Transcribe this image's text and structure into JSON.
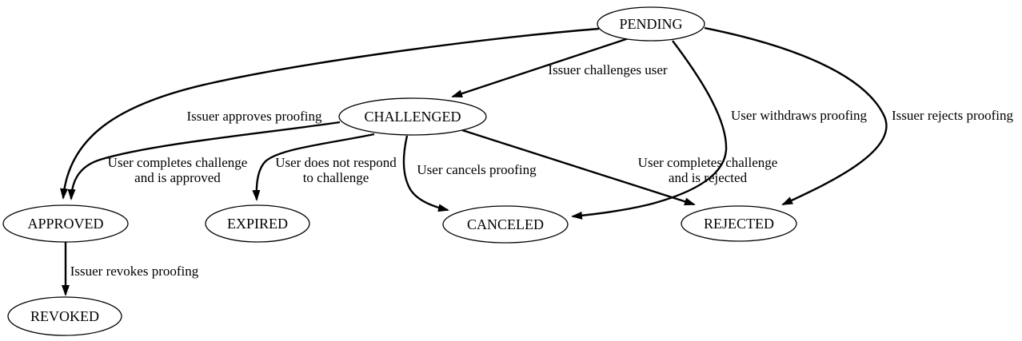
{
  "colors": {
    "background": "#ffffff",
    "stroke": "#000000",
    "text": "#000000",
    "node_fill": "#ffffff"
  },
  "nodes": {
    "pending": "PENDING",
    "challenged": "CHALLENGED",
    "approved": "APPROVED",
    "expired": "EXPIRED",
    "canceled": "CANCELED",
    "rejected": "REJECTED",
    "revoked": "REVOKED"
  },
  "edges": {
    "pending_challenged": {
      "label": "Issuer challenges user"
    },
    "pending_approved": {
      "label": "Issuer approves proofing"
    },
    "pending_canceled": {
      "label": "User withdraws proofing"
    },
    "pending_rejected": {
      "label": "Issuer rejects proofing"
    },
    "challenged_approved": {
      "line1": "User completes challenge",
      "line2": "and is approved"
    },
    "challenged_expired": {
      "line1": "User does not respond",
      "line2": "to challenge"
    },
    "challenged_canceled": {
      "label": "User cancels proofing"
    },
    "challenged_rejected": {
      "line1": "User completes challenge",
      "line2": "and is rejected"
    },
    "approved_revoked": {
      "label": "Issuer revokes proofing"
    }
  }
}
